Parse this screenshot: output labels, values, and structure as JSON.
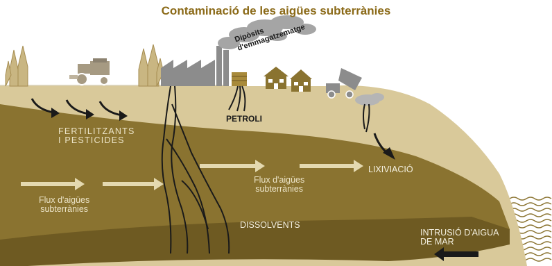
{
  "title": "Contaminació de les aigües subterrànies",
  "labels": {
    "fertilitzants_line1": "FERTILITZANTS",
    "fertilitzants_line2": "I PESTICIDES",
    "diposits_line1": "Dipòsits",
    "diposits_line2": "d'emmagatzematge",
    "petroli": "PETROLI",
    "lixiviacio": "LIXIVIACIÓ",
    "flux_left_line1": "Flux d'aigües",
    "flux_left_line2": "subterrànies",
    "flux_mid_line1": "Flux d'aigües",
    "flux_mid_line2": "subterrànies",
    "dissolvents": "DISSOLVENTS",
    "intrusio_line1": "INTRUSIÓ D'AIGUA",
    "intrusio_line2": "DE MAR"
  },
  "colors": {
    "title": "#8b6a18",
    "topsoil": "#d9c99a",
    "aquifer": "#8a7330",
    "deep_layer": "#6e5a22",
    "bedrock": "#d9c99a",
    "smoke": "#a5a5a5",
    "factory": "#8c8c8c"
  }
}
